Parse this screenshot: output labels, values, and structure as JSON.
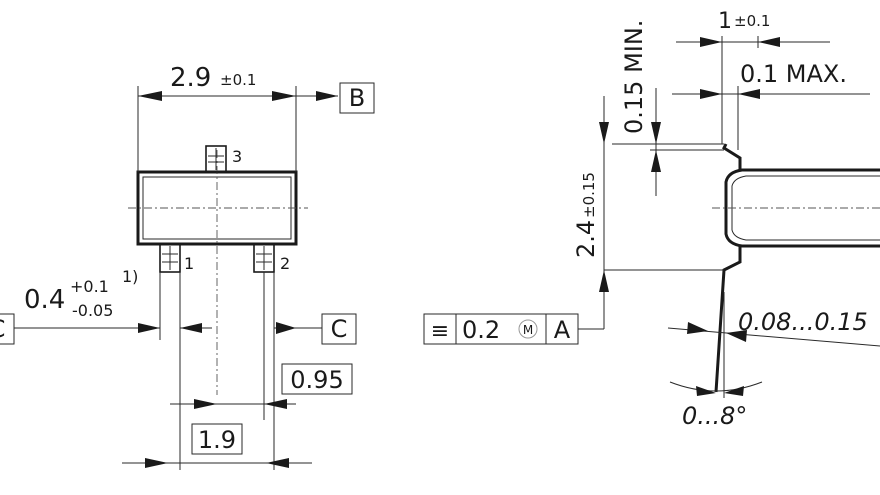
{
  "top_view": {
    "width_dim": "2.9",
    "width_tol": "±0.1",
    "datum_b": "B",
    "pin3": "3",
    "pin1": "1",
    "pin2": "2",
    "lead_dim": "0.4",
    "lead_tol_plus": "+0.1",
    "lead_tol_minus": "-0.05",
    "lead_note": "1)",
    "datum_c_left": "C",
    "datum_c_right": "C",
    "pitch": "0.95",
    "span": "1.9"
  },
  "side_view": {
    "lead_dim": "1",
    "lead_tol": "±0.1",
    "max_dim": "0.1 MAX.",
    "min_dim": "0.15 MIN.",
    "height_dim": "2.4",
    "height_tol": "±0.15",
    "thickness": "0.08...0.15",
    "angle": "0...8°"
  },
  "tolerance_frame": {
    "symbol": "≡",
    "value": "0.2",
    "modifier": "M",
    "datum": "A"
  }
}
